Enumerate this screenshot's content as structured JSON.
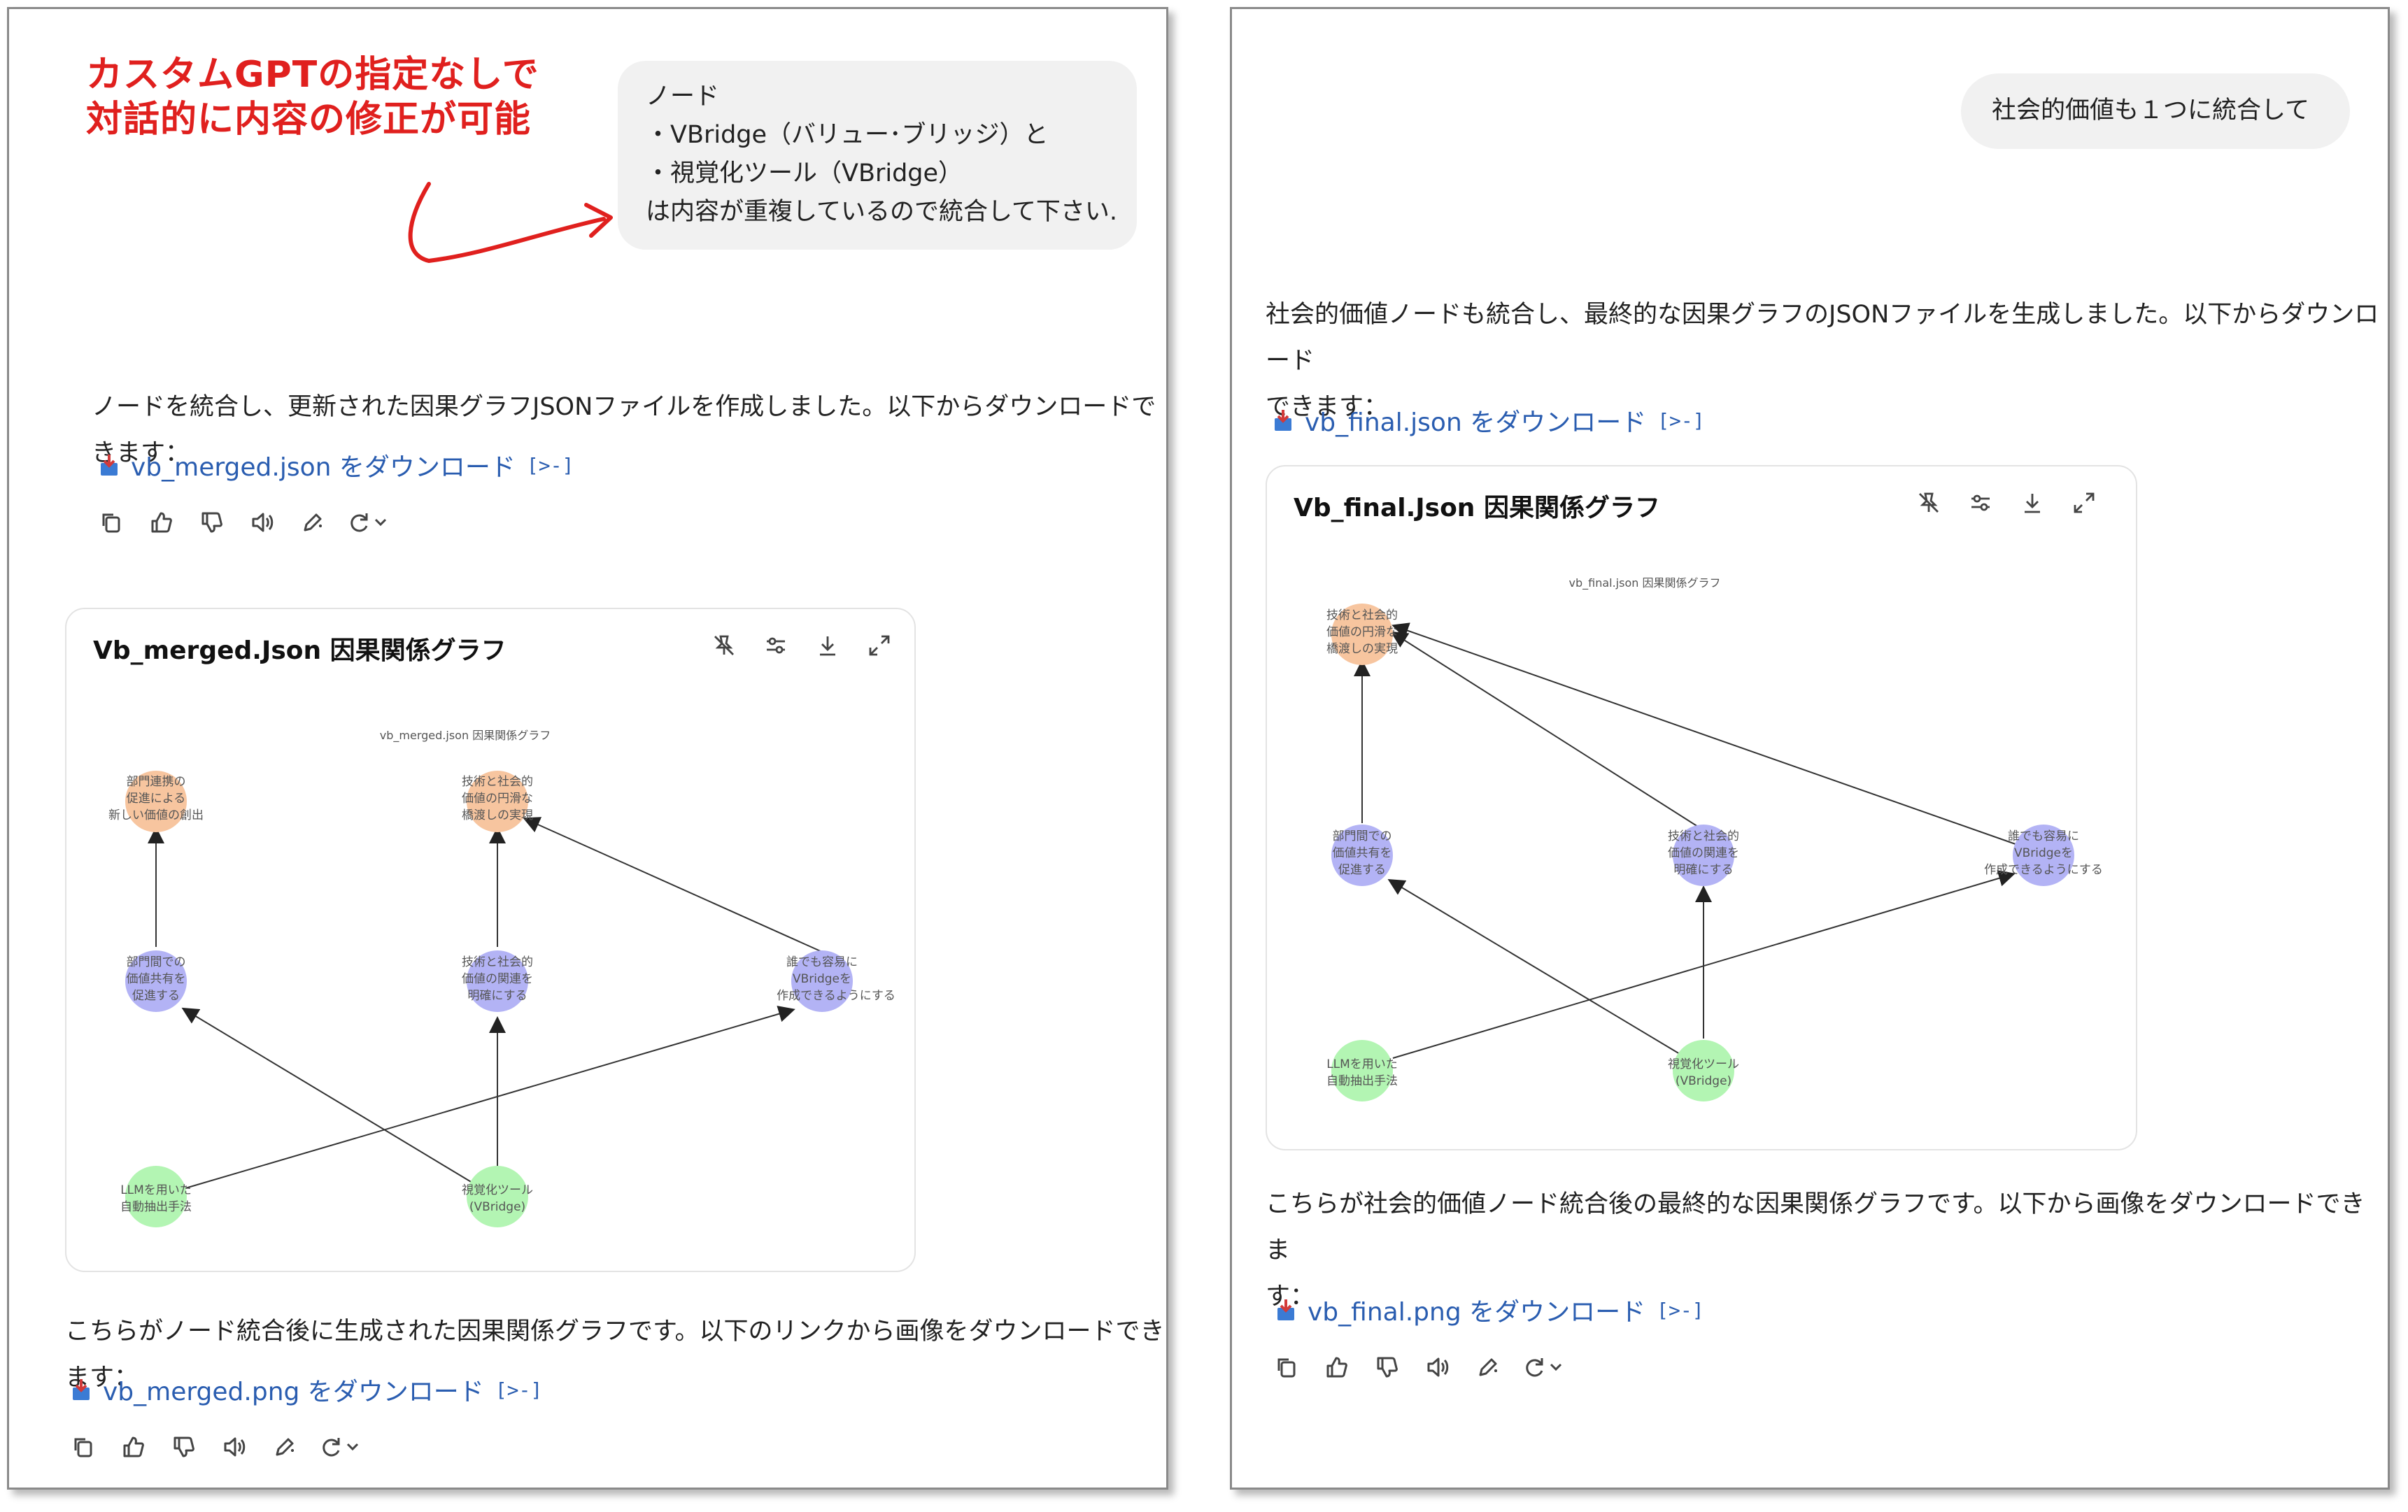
{
  "left": {
    "annotation": {
      "line1": "カスタムGPTの指定なしで",
      "line2": "対話的に内容の修正が可能",
      "color": "#e0201e"
    },
    "user_message": {
      "lines": [
        "ノード",
        "・VBridge（バリュー･ブリッジ）と",
        "・視覚化ツール（VBridge）",
        "は内容が重複しているので統合して下さい."
      ]
    },
    "response1": {
      "text": "ノードを統合し、更新された因果グラフJSONファイルを作成しました。以下からダウンロードできます："
    },
    "link1": {
      "label": "vb_merged.json をダウンロード",
      "chip": "[>-]"
    },
    "graph": {
      "title": "Vb_merged.Json 因果関係グラフ",
      "inner_title": "vb_merged.json 因果関係グラフ",
      "nodes": [
        {
          "id": "n1",
          "lines": [
            "部門連携の",
            "促進による",
            "新しい価値の創出"
          ],
          "color": "#f7c59f"
        },
        {
          "id": "n2",
          "lines": [
            "技術と社会的",
            "価値の円滑な",
            "橋渡しの実現"
          ],
          "color": "#f7c59f"
        },
        {
          "id": "n3",
          "lines": [
            "部門間での",
            "価値共有を",
            "促進する"
          ],
          "color": "#b3b3f5"
        },
        {
          "id": "n4",
          "lines": [
            "技術と社会的",
            "価値の関連を",
            "明確にする"
          ],
          "color": "#b3b3f5"
        },
        {
          "id": "n5",
          "lines": [
            "誰でも容易に",
            "VBridgeを",
            "作成できるようにする"
          ],
          "color": "#b3b3f5"
        },
        {
          "id": "n6",
          "lines": [
            "LLMを用いた",
            "自動抽出手法"
          ],
          "color": "#b3f5b3"
        },
        {
          "id": "n7",
          "lines": [
            "視覚化ツール",
            "(VBridge)"
          ],
          "color": "#b3f5b3"
        }
      ]
    },
    "response2": {
      "text": "こちらがノード統合後に生成された因果関係グラフです。以下のリンクから画像をダウンロードできます："
    },
    "link2": {
      "label": "vb_merged.png をダウンロード",
      "chip": "[>-]"
    }
  },
  "right": {
    "user_message": {
      "text": "社会的価値も１つに統合して"
    },
    "response1": {
      "line1": "社会的価値ノードも統合し、最終的な因果グラフのJSONファイルを生成しました。以下からダウンロード",
      "line2": "できます："
    },
    "link1": {
      "label": "vb_final.json をダウンロード",
      "chip": "[>-]"
    },
    "graph": {
      "title": "Vb_final.Json 因果関係グラフ",
      "inner_title": "vb_final.json 因果関係グラフ",
      "nodes": [
        {
          "id": "n1",
          "lines": [
            "技術と社会的",
            "価値の円滑な",
            "橋渡しの実現"
          ],
          "color": "#f7c59f"
        },
        {
          "id": "n2",
          "lines": [
            "部門間での",
            "価値共有を",
            "促進する"
          ],
          "color": "#b3b3f5"
        },
        {
          "id": "n3",
          "lines": [
            "技術と社会的",
            "価値の関連を",
            "明確にする"
          ],
          "color": "#b3b3f5"
        },
        {
          "id": "n4",
          "lines": [
            "誰でも容易に",
            "VBridgeを",
            "作成できるようにする"
          ],
          "color": "#b3b3f5"
        },
        {
          "id": "n5",
          "lines": [
            "LLMを用いた",
            "自動抽出手法"
          ],
          "color": "#b3f5b3"
        },
        {
          "id": "n6",
          "lines": [
            "視覚化ツール",
            "(VBridge)"
          ],
          "color": "#b3f5b3"
        }
      ]
    },
    "response2": {
      "line1": "こちらが社会的価値ノード統合後の最終的な因果関係グラフです。以下から画像をダウンロードできま",
      "line2": "す："
    },
    "link2": {
      "label": "vb_final.png をダウンロード",
      "chip": "[>-]"
    }
  },
  "icons": [
    "copy-icon",
    "thumbs-up-icon",
    "thumbs-down-icon",
    "speaker-icon",
    "edit-icon",
    "regenerate-icon",
    "chevron-down-icon",
    "unpin-icon",
    "adjust-icon",
    "download-icon",
    "expand-icon",
    "file-download-icon"
  ],
  "colors": {
    "link": "#2a5db0",
    "bubble": "#f1f1f1",
    "orange_node": "#f7c59f",
    "purple_node": "#b3b3f5",
    "green_node": "#b3f5b3"
  }
}
